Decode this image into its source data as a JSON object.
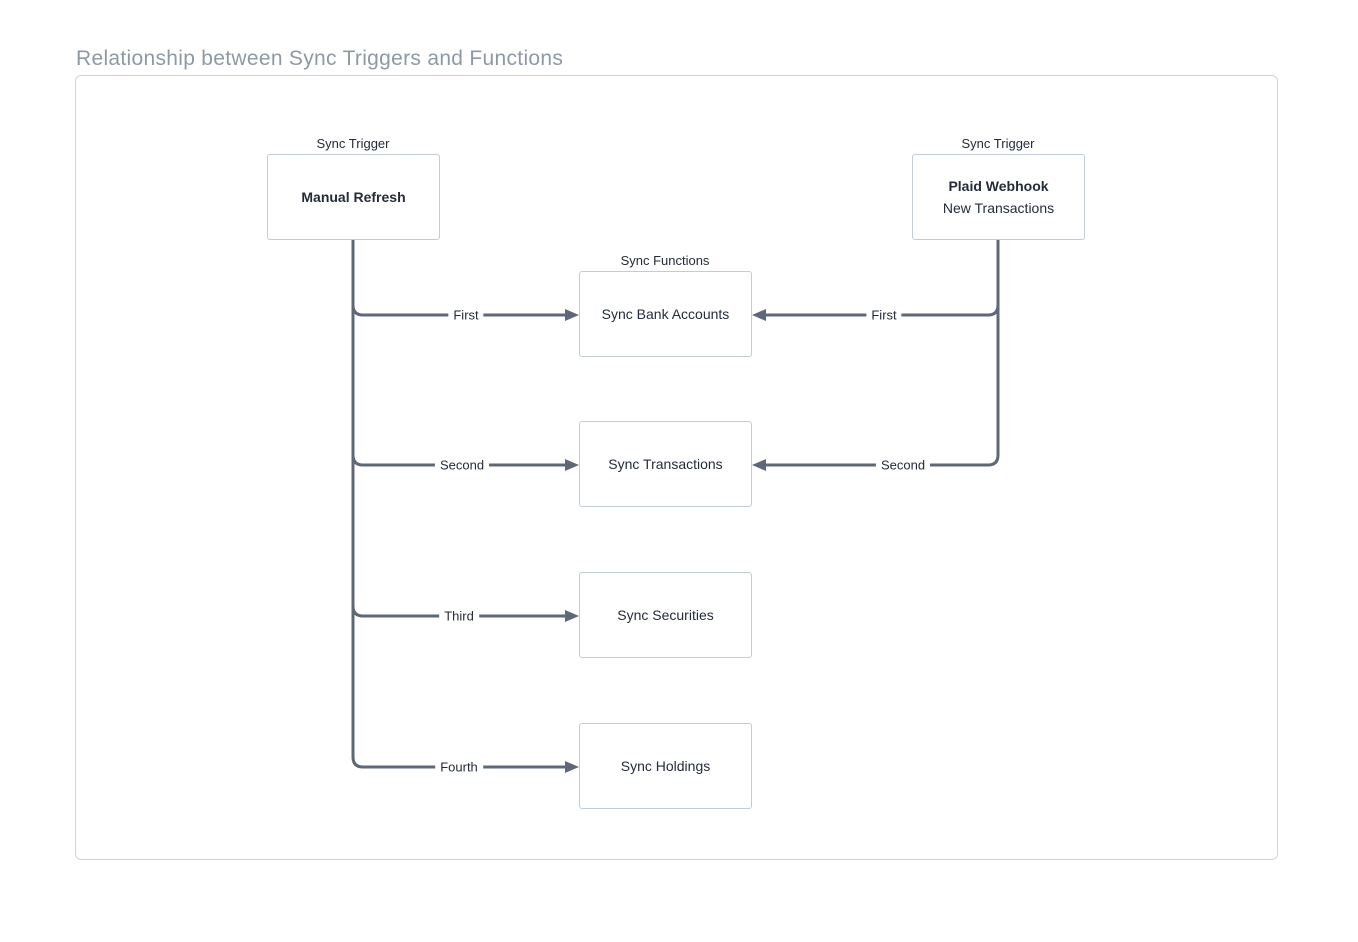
{
  "page": {
    "title": "Relationship between Sync Triggers and Functions"
  },
  "diagram": {
    "line_color": "#5e6878",
    "triggers": [
      {
        "label": "Sync Trigger",
        "title": "Manual Refresh",
        "subtitle": ""
      },
      {
        "label": "Sync Trigger",
        "title": "Plaid Webhook",
        "subtitle": "New Transactions"
      }
    ],
    "functions_label": "Sync Functions",
    "functions": [
      {
        "title": "Sync Bank Accounts"
      },
      {
        "title": "Sync Transactions"
      },
      {
        "title": "Sync Securities"
      },
      {
        "title": "Sync Holdings"
      }
    ],
    "edges": {
      "manual_refresh": [
        "First",
        "Second",
        "Third",
        "Fourth"
      ],
      "plaid_webhook": [
        "First",
        "Second"
      ]
    }
  }
}
